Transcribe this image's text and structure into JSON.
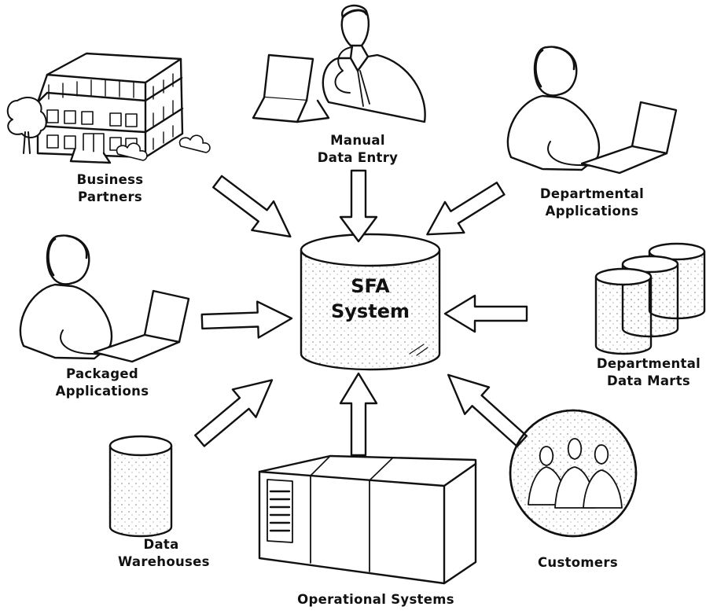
{
  "center": {
    "line1": "SFA",
    "line2": "System"
  },
  "sources": {
    "business_partners": {
      "line1": "Business",
      "line2": "Partners"
    },
    "manual_data_entry": {
      "line1": "Manual",
      "line2": "Data Entry"
    },
    "departmental_applications": {
      "line1": "Departmental",
      "line2": "Applications"
    },
    "packaged_applications": {
      "line1": "Packaged",
      "line2": "Applications"
    },
    "departmental_data_marts": {
      "line1": "Departmental",
      "line2": "Data Marts"
    },
    "data_warehouses": {
      "line1": "Data",
      "line2": "Warehouses"
    },
    "operational_systems": {
      "line1": "Operational Systems"
    },
    "customers": {
      "line1": "Customers"
    }
  }
}
